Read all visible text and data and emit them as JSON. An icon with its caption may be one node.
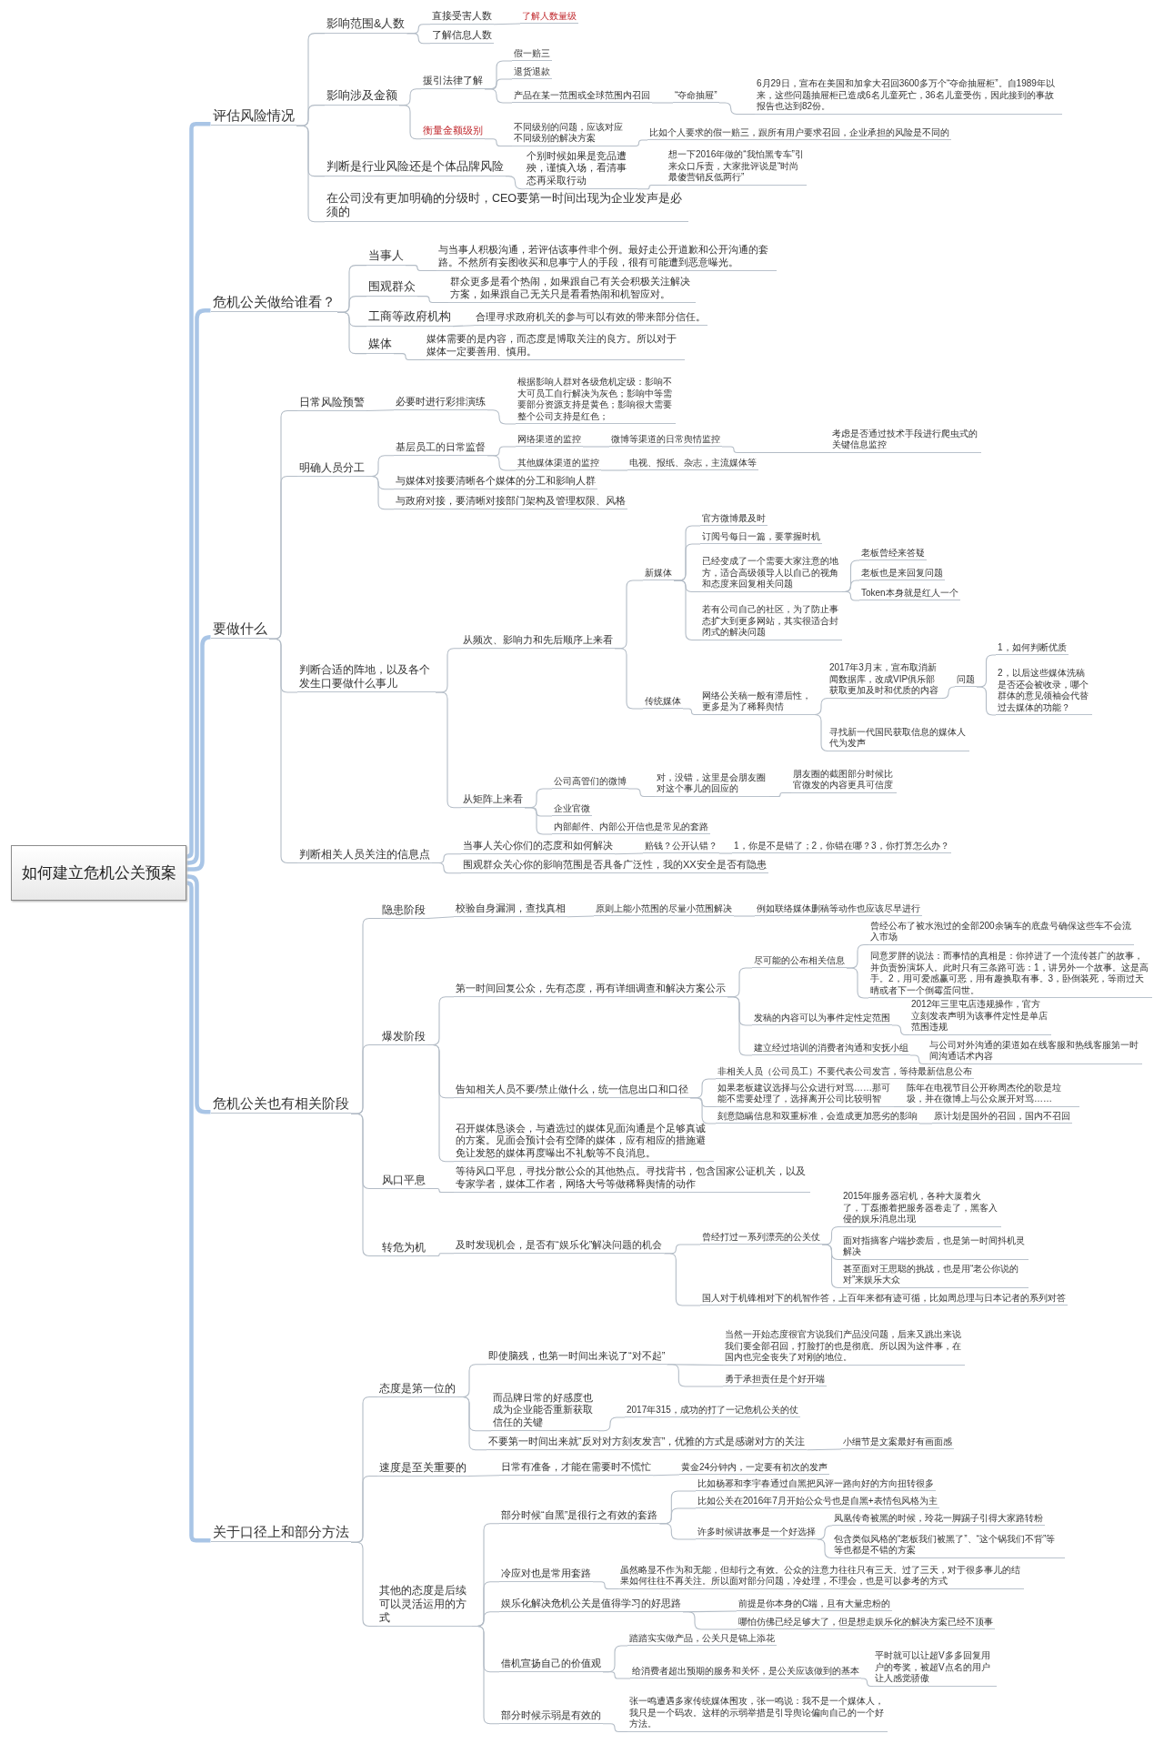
{
  "diagram": {
    "nodes": [
      {
        "text": [
          "如何建立危机公关预案"
        ]
      },
      {
        "text": [
          "评估风险情况"
        ]
      },
      {
        "text": [
          "影响范围&人数"
        ]
      },
      {
        "text": [
          "直接受害人数"
        ]
      },
      {
        "text": [
          "了解人数量级"
        ]
      },
      {
        "text": [
          "了解信息人数"
        ]
      },
      {
        "text": [
          "影响涉及金额"
        ]
      },
      {
        "text": [
          "援引法律了解"
        ]
      },
      {
        "text": [
          "假一赔三"
        ]
      },
      {
        "text": [
          "退货退款"
        ]
      },
      {
        "text": [
          "产品在某一范围或全球范围内召回"
        ]
      },
      {
        "text": [
          "“夺命抽屉”"
        ]
      },
      {
        "text": [
          "6月29日，宣布在美国和加拿大召回3600多万个“夺命抽屉柜”。自1989年以来，这些问题抽屉柜已造成6名儿童死亡，36名儿童受伤，因此接到的事故报告也达到82份。"
        ]
      },
      {
        "text": [
          "衡量金额级别"
        ]
      },
      {
        "text": [
          "不同级别的问题，应该对应不同级别的解决方案"
        ]
      },
      {
        "text": [
          "比如个人要求的假一赔三，跟所有用户要求召回，企业承担的风险是不同的"
        ]
      },
      {
        "text": [
          "判断是行业风险还是个体品牌风险"
        ]
      },
      {
        "text": [
          "个别时候如果是竞品遭殃，谨慎入场，看清事态再采取行动"
        ]
      },
      {
        "text": [
          "想一下2016年做的“我怕黑专车”引来众口斥责，大家批评说是“时尚最傻营销反低两行”"
        ]
      },
      {
        "text": [
          "在公司没有更加明确的分级时，CEO要第一时间出现为企业发声是必须的"
        ]
      },
      {
        "text": [
          "危机公关做给谁看？"
        ]
      },
      {
        "text": [
          "当事人"
        ]
      },
      {
        "text": [
          "与当事人积极沟通，若评估该事件非个例。最好走公开道歉和公开沟通的套路。不然所有妄图收买和息事宁人的手段，很有可能遭到恶意曝光。"
        ]
      },
      {
        "text": [
          "围观群众"
        ]
      },
      {
        "text": [
          "群众更多是看个热闹，如果跟自己有关会积极关注解决方案，如果跟自己无关只是看看热闹和机智应对。"
        ]
      },
      {
        "text": [
          "工商等政府机构"
        ]
      },
      {
        "text": [
          "合理寻求政府机关的参与可以有效的带来部分信任。"
        ]
      },
      {
        "text": [
          "媒体"
        ]
      },
      {
        "text": [
          "媒体需要的是内容，而态度是博取关注的良方。所以对于媒体一定要善用、慎用。"
        ]
      },
      {
        "text": [
          "要做什么"
        ]
      },
      {
        "text": [
          "日常风险预警"
        ]
      },
      {
        "text": [
          "必要时进行彩排演练"
        ]
      },
      {
        "text": [
          "根据影响人群对各级危机定级：影响不大可员工自行解决为灰色；影响中等需要部分资源支持是黄色；影响很大需要整个公司支持是红色；"
        ]
      },
      {
        "text": [
          "明确人员分工"
        ]
      },
      {
        "text": [
          "基层员工的日常监督"
        ]
      },
      {
        "text": [
          "网络渠道的监控"
        ]
      },
      {
        "text": [
          "微博等渠道的日常舆情监控"
        ]
      },
      {
        "text": [
          "考虑是否通过技术手段进行爬虫式的关键信息监控"
        ]
      },
      {
        "text": [
          "其他媒体渠道的监控"
        ]
      },
      {
        "text": [
          "电视、报纸、杂志，主流媒体等"
        ]
      },
      {
        "text": [
          "与媒体对接要清晰各个媒体的分工和影响人群"
        ]
      },
      {
        "text": [
          "与政府对接，要清晰对接部门架构及管理权限、风格"
        ]
      },
      {
        "text": [
          "判断合适的阵地，以及各个发生口要做什么事儿"
        ]
      },
      {
        "text": [
          "从频次、影响力和先后顺序上来看"
        ]
      },
      {
        "text": [
          "新媒体"
        ]
      },
      {
        "text": [
          "官方微博最及时"
        ]
      },
      {
        "text": [
          "订阅号每日一篇，要掌握时机"
        ]
      },
      {
        "text": [
          "已经变成了一个需要大家注意的地方，适合高级领导人以自己的视角和态度来回复相关问题"
        ]
      },
      {
        "text": [
          "老板曾经来答疑"
        ]
      },
      {
        "text": [
          "老板也是来回复问题"
        ]
      },
      {
        "text": [
          "Token本身就是红人一个"
        ]
      },
      {
        "text": [
          "若有公司自己的社区，为了防止事态扩大到更多网站，其实很适合封闭式的解决问题"
        ]
      },
      {
        "text": [
          "传统媒体"
        ]
      },
      {
        "text": [
          "网络公关稿一般有滞后性，更多是为了稀释舆情"
        ]
      },
      {
        "text": [
          "2017年3月末，宣布取消新闻数据库，改成VIP俱乐部获取更加及时和优质的内容"
        ]
      },
      {
        "text": [
          "问题"
        ]
      },
      {
        "text": [
          "1，如何判断优质"
        ]
      },
      {
        "text": [
          "2，以后这些媒体洗稿是否还会被收录，哪个群体的意见领袖会代替过去媒体的功能？"
        ]
      },
      {
        "text": [
          "寻找新一代国民获取信息的媒体人代为发声"
        ]
      },
      {
        "text": [
          "从矩阵上来看"
        ]
      },
      {
        "text": [
          "公司高管们的微博"
        ]
      },
      {
        "text": [
          "对，没错，这里是会朋友圈对这个事儿的回应的"
        ]
      },
      {
        "text": [
          "朋友圈的截图部分时候比官微发的内容更具可信度"
        ]
      },
      {
        "text": [
          "企业官微"
        ]
      },
      {
        "text": [
          "内部邮件、内部公开信也是常见的套路"
        ]
      },
      {
        "text": [
          "判断相关人员关注的信息点"
        ]
      },
      {
        "text": [
          "当事人关心你们的态度和如何解决"
        ]
      },
      {
        "text": [
          "赔钱？公开认错？"
        ]
      },
      {
        "text": [
          "1，你是不是错了；2，你错在哪？3，你打算怎么办？"
        ]
      },
      {
        "text": [
          "围观群众关心你的影响范围是否具备广泛性，我的XX安全是否有隐患"
        ]
      },
      {
        "text": [
          "危机公关也有相关阶段"
        ]
      },
      {
        "text": [
          "隐患阶段"
        ]
      },
      {
        "text": [
          "校验自身漏洞，查找真相"
        ]
      },
      {
        "text": [
          "原则上能小范围的尽量小范围解决"
        ]
      },
      {
        "text": [
          "例如联络媒体删稿等动作也应该尽早进行"
        ]
      },
      {
        "text": [
          "爆发阶段"
        ]
      },
      {
        "text": [
          "第一时间回复公众，先有态度，再有详细调查和解决方案公示"
        ]
      },
      {
        "text": [
          "尽可能的公布相关信息"
        ]
      },
      {
        "text": [
          "曾经公布了被水泡过的全部200余辆车的底盘号确保这些车不会流入市场"
        ]
      },
      {
        "text": [
          "同意罗胖的说法：而事情的真相是：你掉进了一个流传甚广的故事，并负责扮演坏人。此时只有三条路可选：1，讲另外一个故事。这是高手。2，用可爱感赢可恶，用有趣换取有事。3，卧倒装死，等雨过天晴或者下一个倒霉蛋问世。"
        ]
      },
      {
        "text": [
          "发稿的内容可以为事件定性定范围"
        ]
      },
      {
        "text": [
          "2012年三里屯店违规操作，官方立刻发表声明为该事件定性是单店范围违规"
        ]
      },
      {
        "text": [
          "建立经过培训的消费者沟通和安抚小组"
        ]
      },
      {
        "text": [
          "与公司对外沟通的渠道如在线客服和热线客服第一时间沟通话术内容"
        ]
      },
      {
        "text": [
          "告知相关人员不要/禁止做什么，统一信息出口和口径"
        ]
      },
      {
        "text": [
          "非相关人员（公司员工）不要代表公司发言，等待最新信息公布"
        ]
      },
      {
        "text": [
          "如果老板建议选择与公众进行对骂……那可能不需要处理了，选择离开公司比较明智"
        ]
      },
      {
        "text": [
          "陈年在电视节目公开称周杰伦的歌是垃圾，并在微博上与公众展开对骂……"
        ]
      },
      {
        "text": [
          "刻意隐瞒信息和双重标准，会造成更加恶劣的影响"
        ]
      },
      {
        "text": [
          "原计划是国外的召回，国内不召回"
        ]
      },
      {
        "text": [
          "召开媒体恳谈会，与遴选过的媒体见面沟通是个足够真诚的方案。见面会预计会有空降的媒体，应有相应的措施避免让发怒的媒体再度曝出不礼貌等不良消息。"
        ]
      },
      {
        "text": [
          "风口平息"
        ]
      },
      {
        "text": [
          "等待风口平息，寻找分散公众的其他热点。寻找背书，包含国家公证机关，以及专家学者，媒体工作者，网络大号等做稀释舆情的动作"
        ]
      },
      {
        "text": [
          "转危为机"
        ]
      },
      {
        "text": [
          "及时发现机会，是否有“娱乐化”解决问题的机会"
        ]
      },
      {
        "text": [
          "曾经打过一系列漂亮的公关仗"
        ]
      },
      {
        "text": [
          "2015年服务器宕机，各种大厦着火了，丁磊搬着把服务器卷走了，黑客入侵的娱乐消息出现"
        ]
      },
      {
        "text": [
          "面对指摘客户端抄袭后，也是第一时间抖机灵解决"
        ]
      },
      {
        "text": [
          "甚至面对王思聪的挑战，也是用“老公你说的对”来娱乐大众"
        ]
      },
      {
        "text": [
          "国人对于机锋相对下的机智作答，上百年来都有迹可循，比如周总理与日本记者的系列对答"
        ]
      },
      {
        "text": [
          "关于口径上和部分方法"
        ]
      },
      {
        "text": [
          "态度是第一位的"
        ]
      },
      {
        "text": [
          "即使脑残，也第一时间出来说了“对不起”"
        ]
      },
      {
        "text": [
          "当然一开始态度很官方说我们产品没问题，后来又跳出来说我们要全部召回，打脸打的也是彻底。所以因为这件事，在国内也完全丧失了对刚的地位。"
        ]
      },
      {
        "text": [
          "勇于承担责任是个好开端"
        ]
      },
      {
        "text": [
          "而品牌日常的好感度也成为企业能否重新获取信任的关键"
        ]
      },
      {
        "text": [
          "2017年315，成功的打了一记危机公关的仗"
        ]
      },
      {
        "text": [
          "不要第一时间出来就“反对对方刻友发言”，优雅的方式是感谢对方的关注"
        ]
      },
      {
        "text": [
          "小细节是文案最好有画面感"
        ]
      },
      {
        "text": [
          "速度是至关重要的"
        ]
      },
      {
        "text": [
          "日常有准备，才能在需要时不慌忙"
        ]
      },
      {
        "text": [
          "黄金24分钟内，一定要有初次的发声"
        ]
      },
      {
        "text": [
          "其他的态度是后续可以灵活运用的方式"
        ]
      },
      {
        "text": [
          "部分时候“自黑”是很行之有效的套路"
        ]
      },
      {
        "text": [
          "比如杨幂和李宇春通过自黑把风评一路向好的方向扭转很多"
        ]
      },
      {
        "text": [
          "比如公关在2016年7月开始公众号也是自黑+表情包风格为主"
        ]
      },
      {
        "text": [
          "许多时候讲故事是一个好选择"
        ]
      },
      {
        "text": [
          "凤凰传奇被黑的时候，玲花一脚踢子引得大家路转粉"
        ]
      },
      {
        "text": [
          "包含类似风格的“老板我们被黑了”、“这个锅我们不背”等等也都是不错的方案"
        ]
      },
      {
        "text": [
          "冷应对也是常用套路"
        ]
      },
      {
        "text": [
          "虽然略显不作为和无能，但却行之有效。公众的注意力往往只有三天。过了三天，对于很多事儿的结果如何往往不再关注。所以面对部分问题，冷处理，不理会，也是可以参考的方式"
        ]
      },
      {
        "text": [
          "娱乐化解决危机公关是值得学习的好思路"
        ]
      },
      {
        "text": [
          "前提是你本身的C端，且有大量忠粉的"
        ]
      },
      {
        "text": [
          "哪怕仿佛已经足够大了，但是想走娱乐化的解决方案已经不顶事"
        ]
      },
      {
        "text": [
          "借机宣扬自己的价值观"
        ]
      },
      {
        "text": [
          "踏踏实实做产品，公关只是锦上添花"
        ]
      },
      {
        "text": [
          "给消费者超出预期的服务和关怀，是公关应该做到的基本"
        ]
      },
      {
        "text": [
          "平时就可以让超V多多回复用户的夸奖，被超V点名的用户让人感觉骄傲"
        ]
      },
      {
        "text": [
          "部分时候示弱是有效的"
        ]
      },
      {
        "text": [
          "张一鸣遭遇多家传统媒体围攻，张一鸣说：我不是一个媒体人，我只是一个码农。这样的示弱举措是引导舆论偏向自己的一个好方法。"
        ]
      }
    ],
    "edges": [
      {
        "from": 0,
        "to": 1,
        "arrow": "none",
        "style": "thick",
        "color": "#a9c5e6"
      },
      {
        "from": 1,
        "to": 2,
        "arrow": "none"
      },
      {
        "from": 2,
        "to": 3,
        "arrow": "none"
      },
      {
        "from": 3,
        "to": 4,
        "arrow": "none"
      },
      {
        "from": 2,
        "to": 5,
        "arrow": "none"
      },
      {
        "from": 1,
        "to": 6,
        "arrow": "none"
      },
      {
        "from": 6,
        "to": 7,
        "arrow": "none"
      },
      {
        "from": 7,
        "to": 8,
        "arrow": "none"
      },
      {
        "from": 7,
        "to": 9,
        "arrow": "none"
      },
      {
        "from": 7,
        "to": 10,
        "arrow": "none"
      },
      {
        "from": 10,
        "to": 11,
        "arrow": "none"
      },
      {
        "from": 11,
        "to": 12,
        "arrow": "none"
      },
      {
        "from": 6,
        "to": 13,
        "arrow": "none"
      },
      {
        "from": 13,
        "to": 14,
        "arrow": "none"
      },
      {
        "from": 14,
        "to": 15,
        "arrow": "none"
      },
      {
        "from": 1,
        "to": 16,
        "arrow": "none"
      },
      {
        "from": 16,
        "to": 17,
        "arrow": "none"
      },
      {
        "from": 17,
        "to": 18,
        "arrow": "none"
      },
      {
        "from": 1,
        "to": 19,
        "arrow": "none"
      },
      {
        "from": 0,
        "to": 20,
        "arrow": "none",
        "style": "thick",
        "color": "#a9c5e6"
      },
      {
        "from": 20,
        "to": 21,
        "arrow": "none"
      },
      {
        "from": 21,
        "to": 22,
        "arrow": "none"
      },
      {
        "from": 20,
        "to": 23,
        "arrow": "none"
      },
      {
        "from": 23,
        "to": 24,
        "arrow": "none"
      },
      {
        "from": 20,
        "to": 25,
        "arrow": "none"
      },
      {
        "from": 25,
        "to": 26,
        "arrow": "none"
      },
      {
        "from": 20,
        "to": 27,
        "arrow": "none"
      },
      {
        "from": 27,
        "to": 28,
        "arrow": "none"
      },
      {
        "from": 0,
        "to": 29,
        "arrow": "none",
        "style": "thick",
        "color": "#a9c5e6"
      },
      {
        "from": 29,
        "to": 30,
        "arrow": "none"
      },
      {
        "from": 30,
        "to": 31,
        "arrow": "none"
      },
      {
        "from": 31,
        "to": 32,
        "arrow": "none"
      },
      {
        "from": 29,
        "to": 33,
        "arrow": "none"
      },
      {
        "from": 33,
        "to": 34,
        "arrow": "none"
      },
      {
        "from": 34,
        "to": 35,
        "arrow": "none"
      },
      {
        "from": 35,
        "to": 36,
        "arrow": "none"
      },
      {
        "from": 36,
        "to": 37,
        "arrow": "none"
      },
      {
        "from": 34,
        "to": 38,
        "arrow": "none"
      },
      {
        "from": 38,
        "to": 39,
        "arrow": "none"
      },
      {
        "from": 33,
        "to": 40,
        "arrow": "none"
      },
      {
        "from": 33,
        "to": 41,
        "arrow": "none"
      },
      {
        "from": 29,
        "to": 42,
        "arrow": "none"
      },
      {
        "from": 42,
        "to": 43,
        "arrow": "none"
      },
      {
        "from": 43,
        "to": 44,
        "arrow": "none"
      },
      {
        "from": 44,
        "to": 45,
        "arrow": "none"
      },
      {
        "from": 44,
        "to": 46,
        "arrow": "none"
      },
      {
        "from": 44,
        "to": 47,
        "arrow": "none"
      },
      {
        "from": 47,
        "to": 48,
        "arrow": "none"
      },
      {
        "from": 47,
        "to": 49,
        "arrow": "none"
      },
      {
        "from": 47,
        "to": 50,
        "arrow": "none"
      },
      {
        "from": 44,
        "to": 51,
        "arrow": "none"
      },
      {
        "from": 43,
        "to": 52,
        "arrow": "none"
      },
      {
        "from": 52,
        "to": 53,
        "arrow": "none"
      },
      {
        "from": 53,
        "to": 54,
        "arrow": "none"
      },
      {
        "from": 54,
        "to": 55,
        "arrow": "none"
      },
      {
        "from": 55,
        "to": 56,
        "arrow": "none"
      },
      {
        "from": 55,
        "to": 57,
        "arrow": "none"
      },
      {
        "from": 53,
        "to": 58,
        "arrow": "none"
      },
      {
        "from": 42,
        "to": 59,
        "arrow": "none"
      },
      {
        "from": 59,
        "to": 60,
        "arrow": "none"
      },
      {
        "from": 60,
        "to": 61,
        "arrow": "none"
      },
      {
        "from": 61,
        "to": 62,
        "arrow": "none"
      },
      {
        "from": 59,
        "to": 63,
        "arrow": "none"
      },
      {
        "from": 59,
        "to": 64,
        "arrow": "none"
      },
      {
        "from": 29,
        "to": 65,
        "arrow": "none"
      },
      {
        "from": 65,
        "to": 66,
        "arrow": "none"
      },
      {
        "from": 66,
        "to": 67,
        "arrow": "none"
      },
      {
        "from": 67,
        "to": 68,
        "arrow": "none"
      },
      {
        "from": 65,
        "to": 69,
        "arrow": "none"
      },
      {
        "from": 0,
        "to": 70,
        "arrow": "none",
        "style": "thick",
        "color": "#a9c5e6"
      },
      {
        "from": 70,
        "to": 71,
        "arrow": "none"
      },
      {
        "from": 71,
        "to": 72,
        "arrow": "none"
      },
      {
        "from": 72,
        "to": 73,
        "arrow": "none"
      },
      {
        "from": 73,
        "to": 74,
        "arrow": "none"
      },
      {
        "from": 70,
        "to": 75,
        "arrow": "none"
      },
      {
        "from": 75,
        "to": 76,
        "arrow": "none"
      },
      {
        "from": 76,
        "to": 77,
        "arrow": "none"
      },
      {
        "from": 77,
        "to": 78,
        "arrow": "none"
      },
      {
        "from": 77,
        "to": 79,
        "arrow": "none"
      },
      {
        "from": 76,
        "to": 80,
        "arrow": "none"
      },
      {
        "from": 80,
        "to": 81,
        "arrow": "none"
      },
      {
        "from": 76,
        "to": 82,
        "arrow": "none"
      },
      {
        "from": 82,
        "to": 83,
        "arrow": "none"
      },
      {
        "from": 75,
        "to": 84,
        "arrow": "none"
      },
      {
        "from": 84,
        "to": 85,
        "arrow": "none"
      },
      {
        "from": 84,
        "to": 86,
        "arrow": "none"
      },
      {
        "from": 86,
        "to": 87,
        "arrow": "none"
      },
      {
        "from": 84,
        "to": 88,
        "arrow": "none"
      },
      {
        "from": 88,
        "to": 89,
        "arrow": "none"
      },
      {
        "from": 75,
        "to": 90,
        "arrow": "none"
      },
      {
        "from": 70,
        "to": 91,
        "arrow": "none"
      },
      {
        "from": 91,
        "to": 92,
        "arrow": "none"
      },
      {
        "from": 70,
        "to": 93,
        "arrow": "none"
      },
      {
        "from": 93,
        "to": 94,
        "arrow": "none"
      },
      {
        "from": 94,
        "to": 95,
        "arrow": "none"
      },
      {
        "from": 95,
        "to": 96,
        "arrow": "none"
      },
      {
        "from": 95,
        "to": 97,
        "arrow": "none"
      },
      {
        "from": 95,
        "to": 98,
        "arrow": "none"
      },
      {
        "from": 94,
        "to": 99,
        "arrow": "none"
      },
      {
        "from": 0,
        "to": 100,
        "arrow": "none",
        "style": "thick",
        "color": "#a9c5e6"
      },
      {
        "from": 100,
        "to": 101,
        "arrow": "none"
      },
      {
        "from": 101,
        "to": 102,
        "arrow": "none"
      },
      {
        "from": 102,
        "to": 103,
        "arrow": "none"
      },
      {
        "from": 102,
        "to": 104,
        "arrow": "none"
      },
      {
        "from": 101,
        "to": 105,
        "arrow": "none"
      },
      {
        "from": 105,
        "to": 106,
        "arrow": "none"
      },
      {
        "from": 101,
        "to": 107,
        "arrow": "none"
      },
      {
        "from": 107,
        "to": 108,
        "arrow": "none"
      },
      {
        "from": 100,
        "to": 109,
        "arrow": "none"
      },
      {
        "from": 109,
        "to": 110,
        "arrow": "none"
      },
      {
        "from": 110,
        "to": 111,
        "arrow": "none"
      },
      {
        "from": 100,
        "to": 112,
        "arrow": "none"
      },
      {
        "from": 112,
        "to": 113,
        "arrow": "none"
      },
      {
        "from": 113,
        "to": 114,
        "arrow": "none"
      },
      {
        "from": 113,
        "to": 115,
        "arrow": "none"
      },
      {
        "from": 113,
        "to": 116,
        "arrow": "none"
      },
      {
        "from": 116,
        "to": 117,
        "arrow": "none"
      },
      {
        "from": 116,
        "to": 118,
        "arrow": "none"
      },
      {
        "from": 112,
        "to": 119,
        "arrow": "none"
      },
      {
        "from": 119,
        "to": 120,
        "arrow": "none"
      },
      {
        "from": 112,
        "to": 121,
        "arrow": "none"
      },
      {
        "from": 121,
        "to": 122,
        "arrow": "none"
      },
      {
        "from": 121,
        "to": 123,
        "arrow": "none"
      },
      {
        "from": 112,
        "to": 124,
        "arrow": "none"
      },
      {
        "from": 124,
        "to": 125,
        "arrow": "none"
      },
      {
        "from": 124,
        "to": 126,
        "arrow": "none"
      },
      {
        "from": 126,
        "to": 127,
        "arrow": "none"
      },
      {
        "from": 112,
        "to": 128,
        "arrow": "none"
      },
      {
        "from": 128,
        "to": 129,
        "arrow": "none"
      }
    ]
  }
}
